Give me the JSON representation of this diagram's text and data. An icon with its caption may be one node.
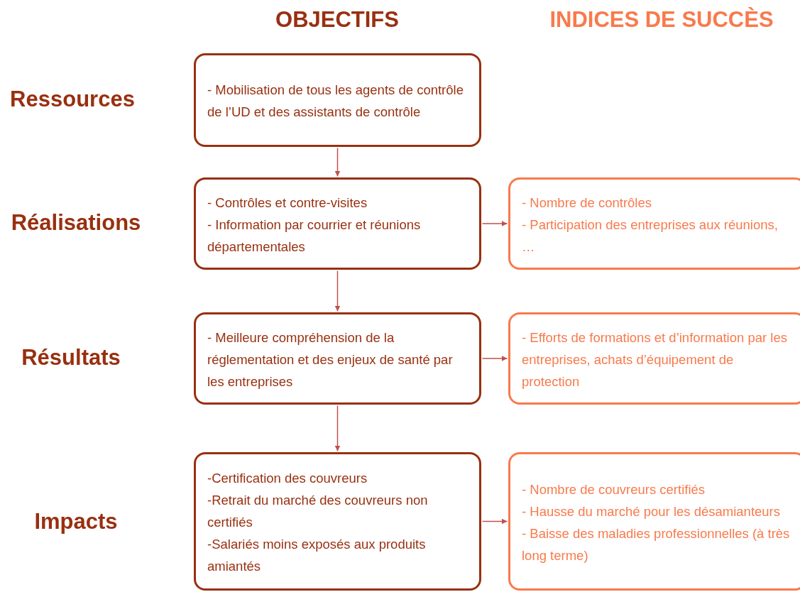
{
  "diagram": {
    "nodes": [
      {
        "text": [
          "- Mobilisation de tous les agents de contrôle de l’UD et des assistants de contrôle"
        ]
      },
      {
        "text": [
          "- Contrôles et contre-visites",
          "- Information par courrier et réunions départementales"
        ]
      },
      {
        "text": [
          "- Nombre de contrôles",
          "- Participation des entreprises aux réunions, …"
        ]
      },
      {
        "text": [
          "- Meilleure compréhension de la réglementation et des enjeux de santé par les entreprises"
        ]
      },
      {
        "text": [
          "- Efforts de formations et d’information par les entreprises, achats d’équipement de protection"
        ]
      },
      {
        "text": [
          "-Certification des couvreurs",
          "-Retrait du marché des couvreurs non certifiés",
          "-Salariés moins exposés aux produits amiantés"
        ]
      },
      {
        "text": [
          "- Nombre de couvreurs certifiés",
          "- Hausse du marché pour les désamianteurs",
          "- Baisse des maladies professionnelles  (à très long terme)"
        ]
      }
    ],
    "edges": [
      {
        "from": 0,
        "to": 1,
        "arrow": "to"
      },
      {
        "from": 1,
        "to": 3,
        "arrow": "to"
      },
      {
        "from": 3,
        "to": 5,
        "arrow": "to"
      },
      {
        "from": 1,
        "to": 2,
        "arrow": "to"
      },
      {
        "from": 3,
        "to": 4,
        "arrow": "to"
      },
      {
        "from": 5,
        "to": 6,
        "arrow": "to"
      }
    ],
    "labels": [
      "OBJECTIFS",
      "INDICES DE SUCCÈS",
      "Ressources",
      "Réalisations",
      "Résultats",
      "Impacts"
    ]
  }
}
